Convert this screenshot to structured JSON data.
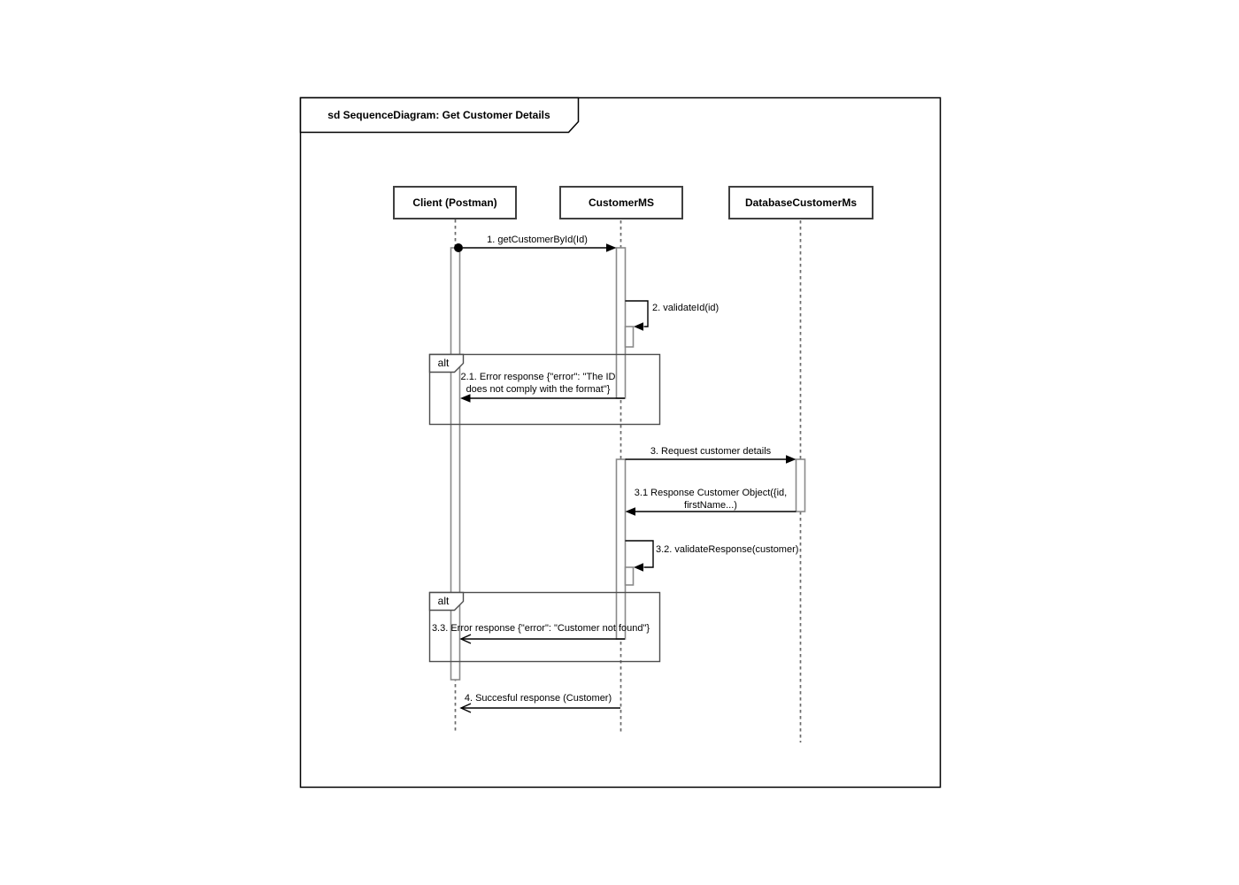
{
  "diagram": {
    "title": "sd SequenceDiagram: Get Customer Details",
    "fragment_operator": "alt",
    "participants": [
      {
        "name": "Client (Postman)"
      },
      {
        "name": "CustomerMS"
      },
      {
        "name": "DatabaseCustomerMs"
      }
    ],
    "messages": {
      "m1": "1. getCustomerById(Id)",
      "m2": "2. validateId(id)",
      "m2_1_line1": "2.1. Error response {\"error\": \"The ID",
      "m2_1_line2": "does not comply with the format\"}",
      "m3": "3. Request customer details",
      "m3_1_line1": "3.1 Response Customer Object({id,",
      "m3_1_line2": "firstName...)",
      "m3_2": "3.2. validateResponse(customer)",
      "m3_3": "3.3. Error response {\"error\": \"Customer not found\"}",
      "m4": "4. Succesful response (Customer)"
    },
    "colors": {
      "message_line": "#000000",
      "activation_border": "#8a8a8a",
      "lifeline": "#6b6b6b",
      "fragment_border": "#4d4d4d",
      "background": "#ffffff"
    }
  }
}
